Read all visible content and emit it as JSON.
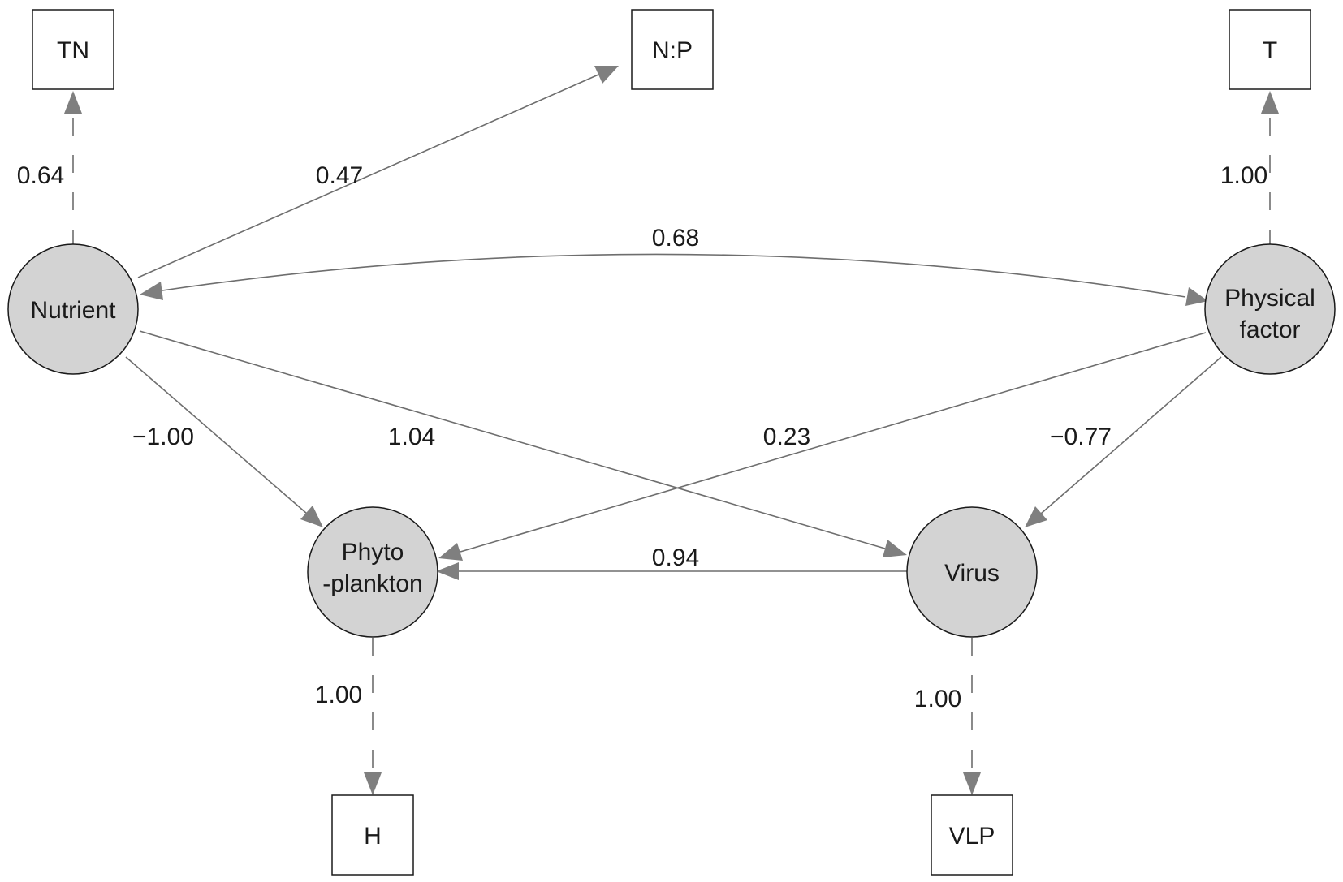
{
  "nodes": {
    "tn": {
      "label": "TN",
      "kind": "observed"
    },
    "np": {
      "label": "N:P",
      "kind": "observed"
    },
    "t": {
      "label": "T",
      "kind": "observed"
    },
    "h": {
      "label": "H",
      "kind": "observed"
    },
    "vlp": {
      "label": "VLP",
      "kind": "observed"
    },
    "nutrient": {
      "label": "Nutrient",
      "kind": "latent"
    },
    "physical": {
      "line1": "Physical",
      "line2": "factor",
      "kind": "latent"
    },
    "phyto": {
      "line1": "Phyto",
      "line2": "-plankton",
      "kind": "latent"
    },
    "virus": {
      "label": "Virus",
      "kind": "latent"
    }
  },
  "edges": [
    {
      "id": "nutrient-tn",
      "from": "nutrient",
      "to": "tn",
      "coef": "0.64",
      "style": "dashed"
    },
    {
      "id": "nutrient-np",
      "from": "nutrient",
      "to": "np",
      "coef": "0.47",
      "style": "solid"
    },
    {
      "id": "physical-t",
      "from": "physical",
      "to": "t",
      "coef": "1.00",
      "style": "dashed"
    },
    {
      "id": "nutrient-physical",
      "from": "nutrient",
      "to": "physical",
      "coef": "0.68",
      "style": "solid",
      "bidirectional": true
    },
    {
      "id": "nutrient-phyto",
      "from": "nutrient",
      "to": "phyto",
      "coef": "−1.00",
      "style": "solid"
    },
    {
      "id": "nutrient-virus",
      "from": "nutrient",
      "to": "virus",
      "coef": "1.04",
      "style": "solid"
    },
    {
      "id": "physical-phyto",
      "from": "physical",
      "to": "phyto",
      "coef": "0.23",
      "style": "solid"
    },
    {
      "id": "physical-virus",
      "from": "physical",
      "to": "virus",
      "coef": "−0.77",
      "style": "solid"
    },
    {
      "id": "virus-phyto",
      "from": "virus",
      "to": "phyto",
      "coef": "0.94",
      "style": "solid"
    },
    {
      "id": "phyto-h",
      "from": "phyto",
      "to": "h",
      "coef": "1.00",
      "style": "dashed"
    },
    {
      "id": "virus-vlp",
      "from": "virus",
      "to": "vlp",
      "coef": "1.00",
      "style": "dashed"
    }
  ],
  "colors": {
    "latent_fill": "#d3d3d3",
    "edge": "#6e6e6e",
    "arrowhead": "#7f7f7f"
  }
}
